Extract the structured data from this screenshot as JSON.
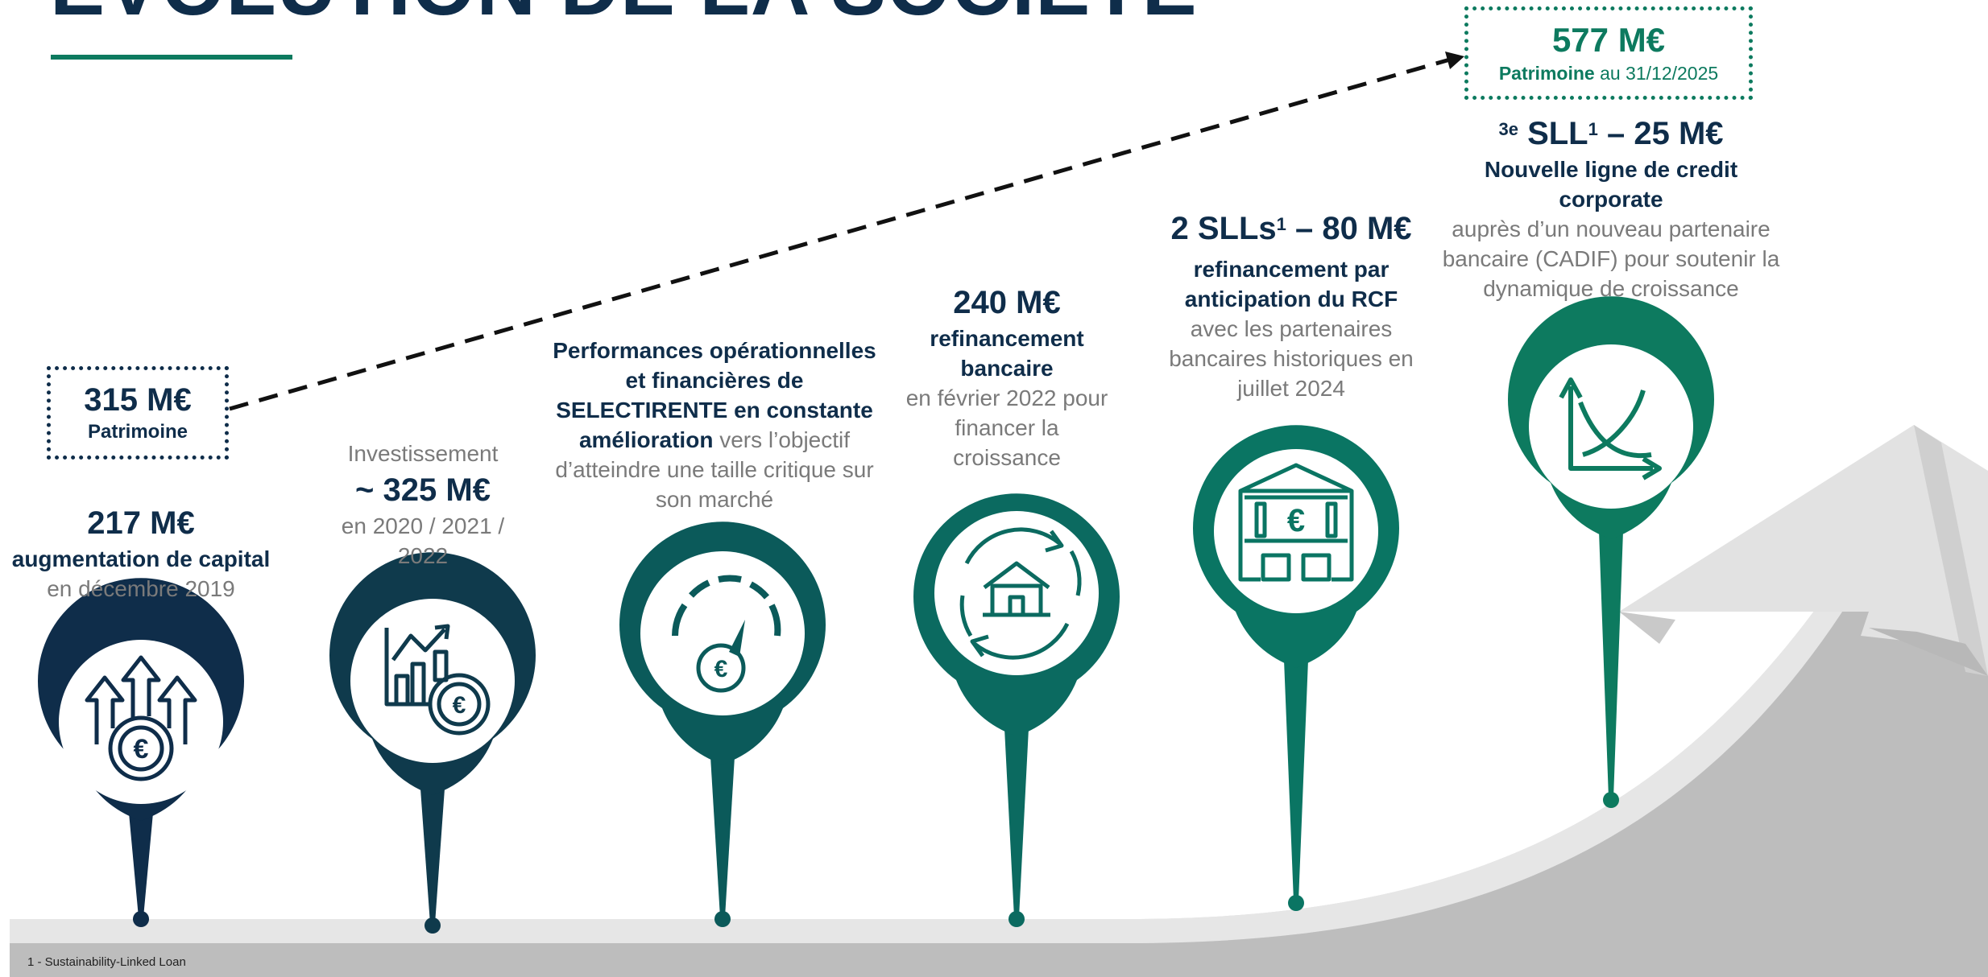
{
  "title": "ÉVOLUTION DE LA SOCIÉTÉ",
  "colors": {
    "navy": "#0f2d4a",
    "teal_dark": "#0b5a5a",
    "teal": "#0d7a5f",
    "gray_text": "#7a7a7a",
    "arrow_light": "#e4e4e4",
    "arrow_dark": "#bdbdbd"
  },
  "start_box": {
    "value": "315 M€",
    "label": "Patrimoine"
  },
  "end_box": {
    "value": "577 M€",
    "label_bold": "Patrimoine",
    "label_rest": " au 31/12/2025"
  },
  "milestones": [
    {
      "icon": "growth-arrows-euro-icon",
      "headline": "217 M€",
      "bold": "augmentation de capital",
      "detail": "en décembre 2019"
    },
    {
      "icon": "investment-chart-coin-icon",
      "pre": "Investissement",
      "headline": "~ 325 M€",
      "detail": "en 2020 / 2021 / 2022"
    },
    {
      "icon": "performance-gauge-euro-icon",
      "bold": "Performances opérationnelles et financières de SELECTIRENTE en constante amélioration",
      "detail": " vers l’objectif d’atteindre une taille critique sur son marché"
    },
    {
      "icon": "house-refinancing-cycle-icon",
      "headline": "240 M€",
      "bold": "refinancement bancaire",
      "detail": "en février 2022 pour financer la croissance"
    },
    {
      "icon": "bank-handshake-icon",
      "headline_pre": "2 SLLs",
      "headline_sup": "1",
      "headline_post": " – 80 M€",
      "bold": "refinancement par anticipation du RCF",
      "detail": "avec les partenaires bancaires historiques en juillet 2024"
    },
    {
      "icon": "credit-curve-chart-icon",
      "headline_sup_pre": "3e",
      "headline_pre": " SLL",
      "headline_sup": "1",
      "headline_post": " – 25 M€",
      "bold": "Nouvelle ligne de credit corporate",
      "detail": "auprès d’un nouveau partenaire bancaire (CADIF) pour soutenir la dynamique de croissance"
    }
  ],
  "footnote": "1 - Sustainability-Linked Loan"
}
